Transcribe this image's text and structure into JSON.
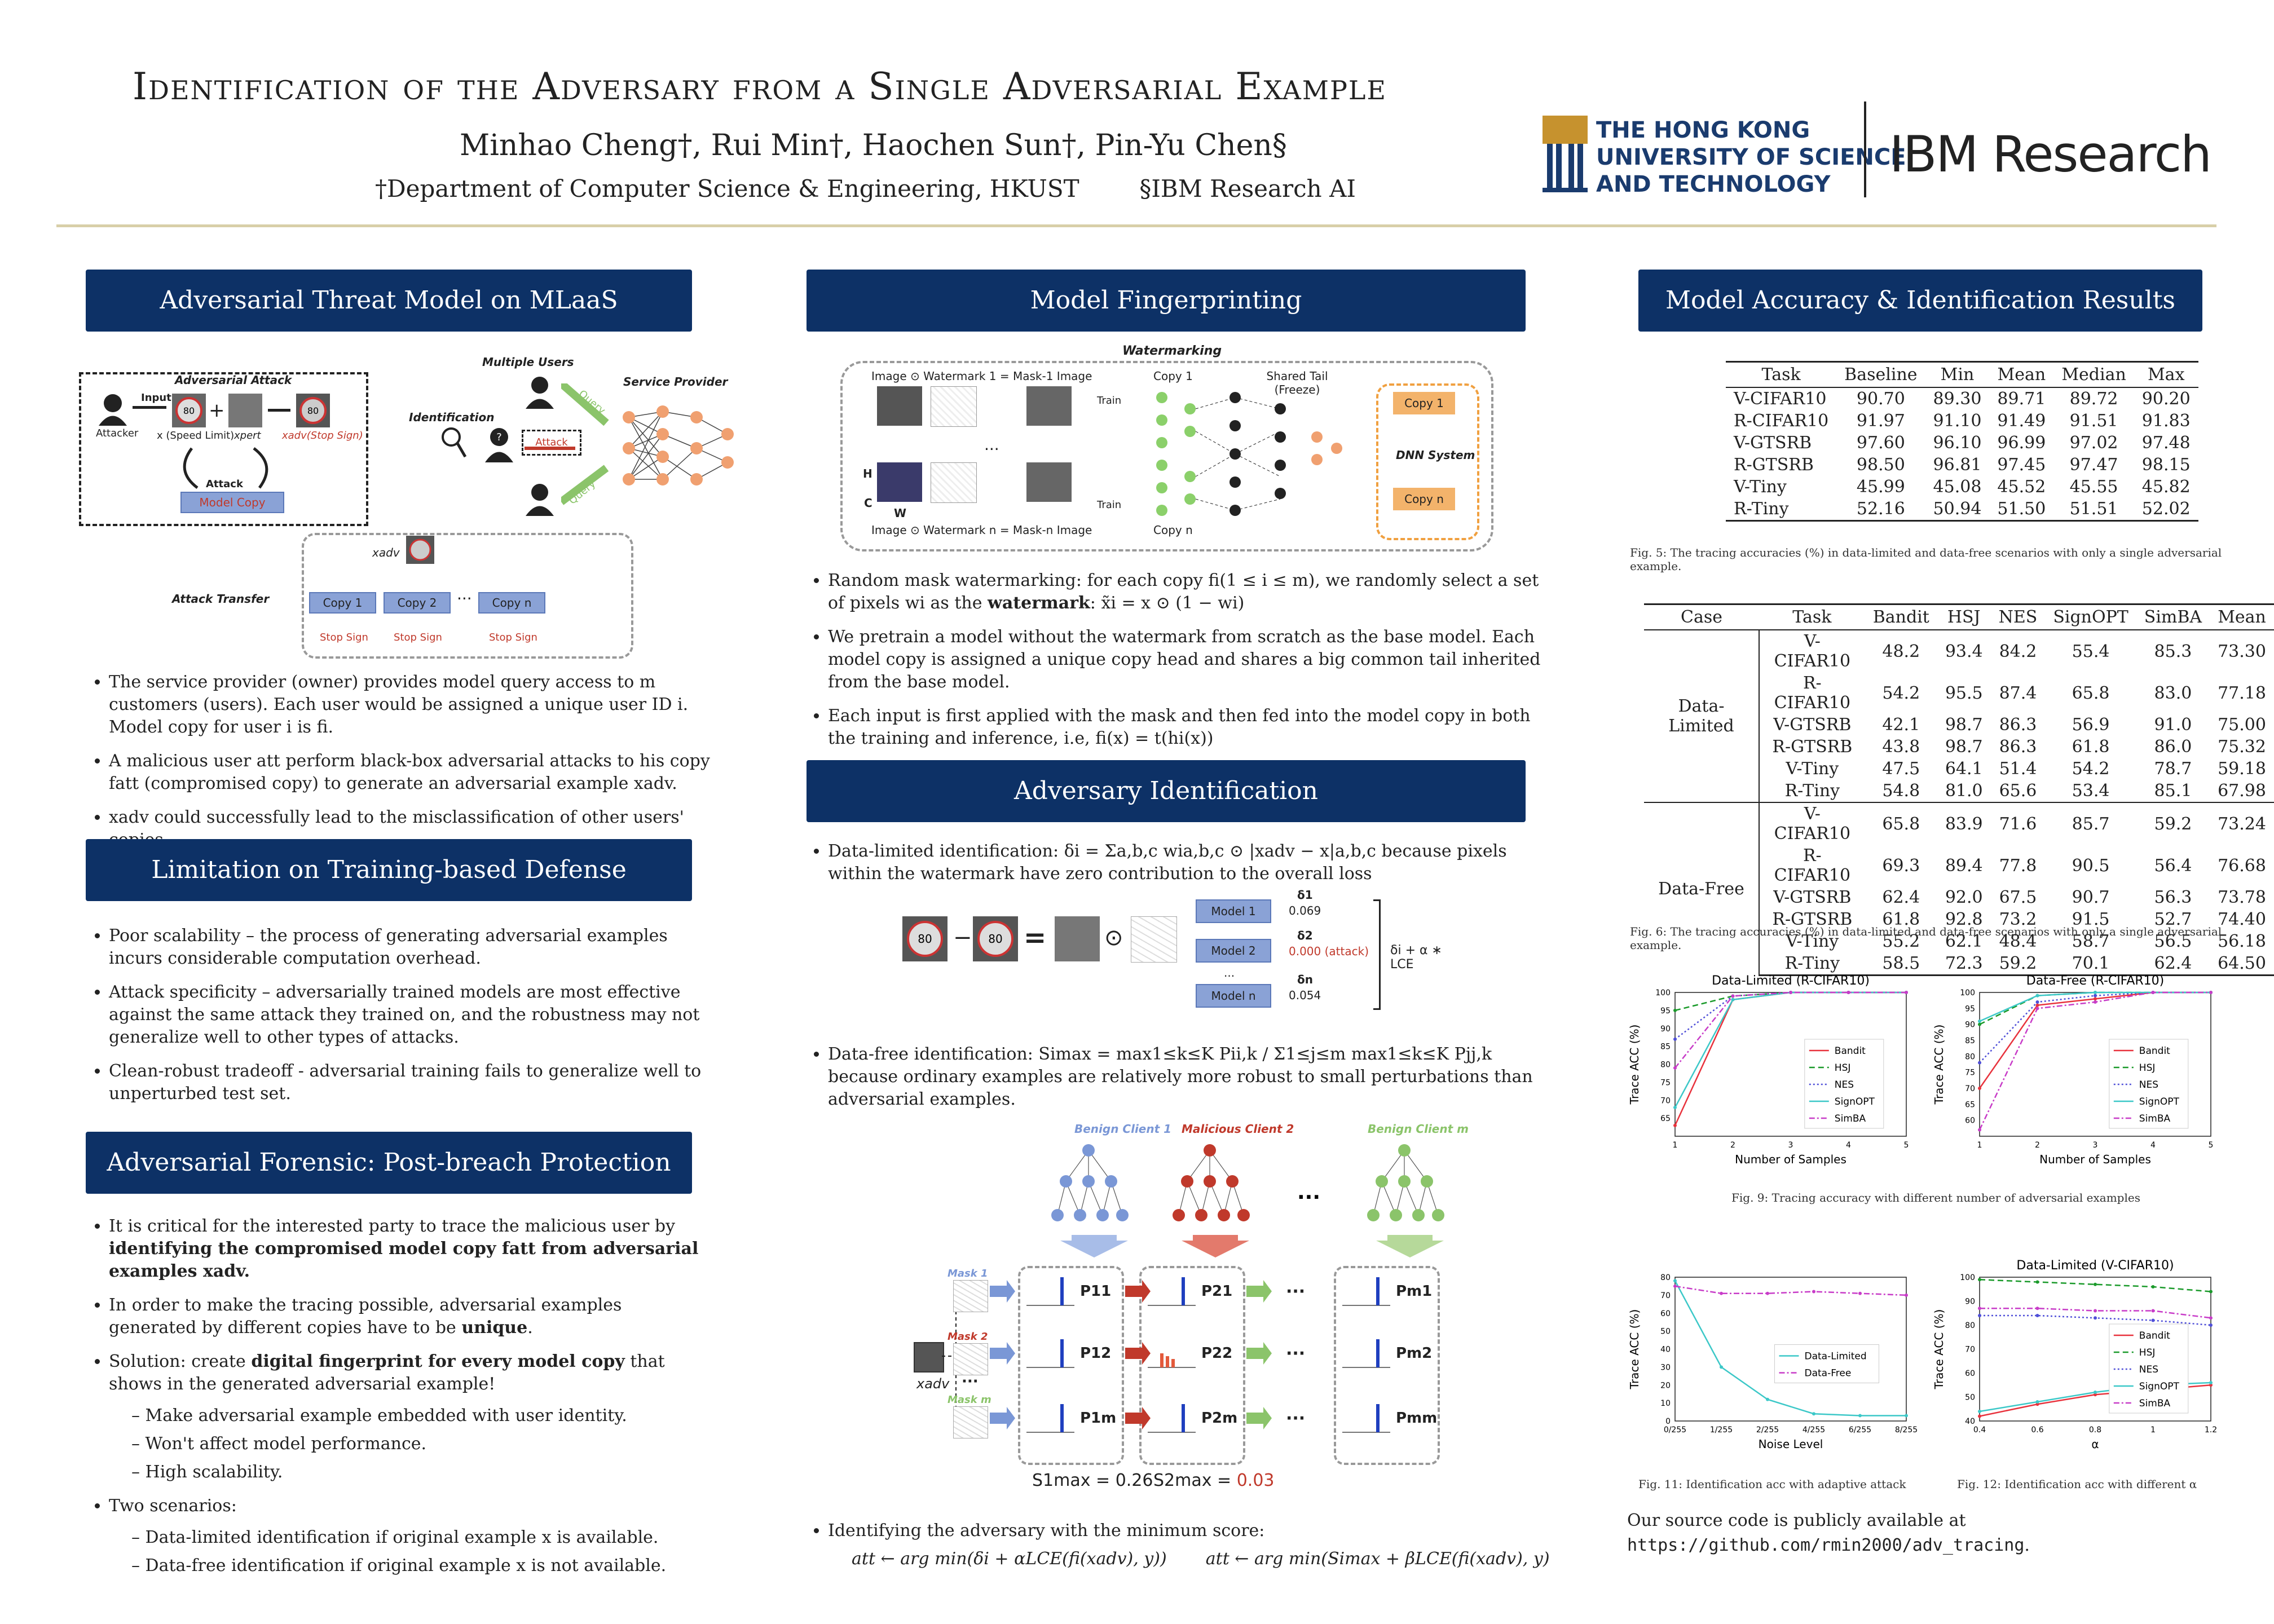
{
  "header": {
    "title": "Identification of the Adversary from a Single Adversarial Example",
    "authors": "Minhao Cheng†, Rui Min†, Haochen Sun†, Pin-Yu Chen§",
    "affiliation_1": "†Department of Computer Science & Engineering, HKUST",
    "affiliation_2": "§IBM Research AI",
    "hkust_logo": [
      "THE HONG KONG",
      "UNIVERSITY OF SCIENCE",
      "AND TECHNOLOGY"
    ],
    "ibm_logo": "IBM Research"
  },
  "col1": {
    "threat": {
      "title": "Adversarial Threat Model on MLaaS",
      "fig": {
        "adv_attack": "Adversarial Attack",
        "input": "Input",
        "attacker": "Attacker",
        "x_label": "x (Speed Limit)",
        "xpert": "xpert",
        "xadv": "xadv(Stop Sign)",
        "attack": "Attack",
        "model_copy": "Model Copy",
        "multiple_users": "Multiple Users",
        "service_provider": "Service Provider",
        "identification": "Identification",
        "query": "Query",
        "attack_transfer": "Attack Transfer",
        "xadv_short": "xadv",
        "copy1": "Copy 1",
        "copy2": "Copy 2",
        "copyn": "Copy n",
        "stop_sign": "Stop Sign",
        "dots": "···"
      },
      "bullets": [
        "The service provider (owner) provides model query access to m customers (users). Each user would be assigned a unique user ID i. Model copy for user i is fi.",
        "A malicious user att perform black-box adversarial attacks to his copy fatt (compromised copy) to generate an adversarial example xadv.",
        "xadv could successfully lead to the misclassification of other users' copies."
      ]
    },
    "limitation": {
      "title": "Limitation on Training-based Defense",
      "bullets": [
        "Poor scalability – the process of generating adversarial examples incurs considerable computation overhead.",
        "Attack specificity – adversarially trained models are most effective against the same attack they trained on, and the robustness may not generalize well to other types of attacks.",
        "Clean-robust tradeoff - adversarial training fails to generalize well to unperturbed test set."
      ]
    },
    "forensic": {
      "title": "Adversarial Forensic: Post-breach Protection",
      "b1_pre": "It is critical for the interested party to trace the malicious user by ",
      "b1_bold": "identifying the compromised model copy fatt from adversarial examples xadv.",
      "b2_pre": "In order to make the tracing possible, adversarial examples generated by different copies have to be ",
      "b2_bold": "unique",
      "b2_post": ".",
      "b3_pre": "Solution: create ",
      "b3_bold": "digital fingerprint for every model copy",
      "b3_post": " that shows in the generated adversarial example!",
      "sub1": [
        "Make adversarial example embedded with user identity.",
        "Won't affect model performance.",
        "High scalability."
      ],
      "b4": "Two scenarios:",
      "sub2": [
        "Data-limited identification if original example x is available.",
        "Data-free identification if original example x is not available."
      ]
    }
  },
  "col2": {
    "fingerprint": {
      "title": "Model Fingerprinting",
      "fig": {
        "watermarking": "Watermarking",
        "row1": "Image ⊙ Watermark 1 = Mask-1 Image",
        "rown": "Image ⊙ Watermark n = Mask-n Image",
        "copy1": "Copy 1",
        "copyn": "Copy n",
        "train": "Train",
        "shared_tail": "Shared Tail (Freeze)",
        "dnn": "DNN System",
        "h": "H",
        "c": "C",
        "w": "W",
        "dots": "···"
      },
      "b1_pre": "Random mask watermarking: for each copy fi(1 ≤ i ≤ m), we randomly select a set of pixels wi as the ",
      "b1_bold": "watermark",
      "b1_post": ": x̃i = x ⊙ (1 − wi)",
      "b2": "We pretrain a model without the watermark from scratch as the base model. Each model copy is assigned a unique copy head and shares a big common tail inherited from the base model.",
      "b3": "Each input is first applied with the mask and then fed into the model copy in both the training and inference, i.e, fi(x) = t(hi(x))"
    },
    "identification": {
      "title": "Adversary Identification",
      "b1": "Data-limited identification: δi = Σa,b,c wia,b,c ⊙ |xadv − x|a,b,c because pixels within the watermark have zero contribution to the overall loss",
      "fig1": {
        "model1": "Model 1",
        "model2": "Model 2",
        "modeln": "Model n",
        "d1": "δ1",
        "d2": "δ2",
        "dn": "δn",
        "v1": "0.069",
        "v2": "0.000 (attack)",
        "vn": "0.054",
        "loss": "δi + α ∗ LCE",
        "dots": "..."
      },
      "b2_pre": "Data-free identification: Simax = max1≤k≤K Pii,k / Σ1≤j≤m max1≤k≤K Pjj,k",
      "b2_post": " because ordinary examples are relatively more robust to small perturbations than adversarial examples.",
      "fig2": {
        "benign1": "Benign Client 1",
        "malicious2": "Malicious Client 2",
        "benignm": "Benign Client m",
        "mask1": "Mask 1",
        "mask2": "Mask 2",
        "maskm": "Mask m",
        "xadv": "xadv",
        "s1": "S1max = 0.26",
        "s2_pre": "S2max = ",
        "s2_val": "0.03",
        "dots": "···",
        "p_labels": [
          "P11",
          "P12",
          "P1m",
          "P21",
          "P22",
          "P2m",
          "Pm1",
          "Pm2",
          "Pmm"
        ]
      },
      "b3": "Identifying the adversary with the minimum score:",
      "eq1": "att ← arg min(δi + αLCE(fi(xadv), y))",
      "eq2": "att ← arg min(Simax + βLCE(fi(xadv), y)"
    }
  },
  "col3": {
    "title": "Model Accuracy & Identification Results",
    "table1": {
      "headers": [
        "Task",
        "Baseline",
        "Min",
        "Mean",
        "Median",
        "Max"
      ],
      "rows": [
        [
          "V-CIFAR10",
          "90.70",
          "89.30",
          "89.71",
          "89.72",
          "90.20"
        ],
        [
          "R-CIFAR10",
          "91.97",
          "91.10",
          "91.49",
          "91.51",
          "91.83"
        ],
        [
          "V-GTSRB",
          "97.60",
          "96.10",
          "96.99",
          "97.02",
          "97.48"
        ],
        [
          "R-GTSRB",
          "98.50",
          "96.81",
          "97.45",
          "97.47",
          "98.15"
        ],
        [
          "V-Tiny",
          "45.99",
          "45.08",
          "45.52",
          "45.55",
          "45.82"
        ],
        [
          "R-Tiny",
          "52.16",
          "50.94",
          "51.50",
          "51.51",
          "52.02"
        ]
      ],
      "caption": "Fig. 5: The tracing accuracies (%) in data-limited and data-free scenarios with only a single adversarial example."
    },
    "table2": {
      "headers": [
        "Case",
        "Task",
        "Bandit",
        "HSJ",
        "NES",
        "SignOPT",
        "SimBA",
        "Mean"
      ],
      "groups": [
        {
          "case": "Data-Limited",
          "rows": [
            [
              "V-CIFAR10",
              "48.2",
              "93.4",
              "84.2",
              "55.4",
              "85.3",
              "73.30"
            ],
            [
              "R-CIFAR10",
              "54.2",
              "95.5",
              "87.4",
              "65.8",
              "83.0",
              "77.18"
            ],
            [
              "V-GTSRB",
              "42.1",
              "98.7",
              "86.3",
              "56.9",
              "91.0",
              "75.00"
            ],
            [
              "R-GTSRB",
              "43.8",
              "98.7",
              "86.3",
              "61.8",
              "86.0",
              "75.32"
            ],
            [
              "V-Tiny",
              "47.5",
              "64.1",
              "51.4",
              "54.2",
              "78.7",
              "59.18"
            ],
            [
              "R-Tiny",
              "54.8",
              "81.0",
              "65.6",
              "53.4",
              "85.1",
              "67.98"
            ]
          ]
        },
        {
          "case": "Data-Free",
          "rows": [
            [
              "V-CIFAR10",
              "65.8",
              "83.9",
              "71.6",
              "85.7",
              "59.2",
              "73.24"
            ],
            [
              "R-CIFAR10",
              "69.3",
              "89.4",
              "77.8",
              "90.5",
              "56.4",
              "76.68"
            ],
            [
              "V-GTSRB",
              "62.4",
              "92.0",
              "67.5",
              "90.7",
              "56.3",
              "73.78"
            ],
            [
              "R-GTSRB",
              "61.8",
              "92.8",
              "73.2",
              "91.5",
              "52.7",
              "74.40"
            ],
            [
              "V-Tiny",
              "55.2",
              "62.1",
              "48.4",
              "58.7",
              "56.5",
              "56.18"
            ],
            [
              "R-Tiny",
              "58.5",
              "72.3",
              "59.2",
              "70.1",
              "62.4",
              "64.50"
            ]
          ]
        }
      ],
      "caption": "Fig. 6: The tracing accuracies (%) in data-limited and data-free scenarios with only a single adversarial example."
    },
    "fig9_caption": "Fig. 9: Tracing accuracy with different number of adversarial examples",
    "fig11_caption": "Fig. 11: Identification acc with adaptive attack",
    "fig12_caption": "Fig. 12: Identification acc with different α",
    "source_pre": "Our source code is publicly available at ",
    "source_url": "https://github.com/rmin2000/adv_tracing",
    "source_post": "."
  },
  "chart_data": [
    {
      "type": "line",
      "title": "Data-Limited (R-CIFAR10)",
      "xlabel": "Number of Samples",
      "ylabel": "Trace ACC (%)",
      "x": [
        1,
        2,
        3,
        4,
        5
      ],
      "xlim": [
        1,
        5
      ],
      "ylim": [
        60,
        100
      ],
      "yticks": [
        65,
        70,
        75,
        80,
        85,
        90,
        95,
        100
      ],
      "series": [
        {
          "name": "Bandit",
          "color": "#e8323c",
          "dash": "solid",
          "values": [
            63,
            98,
            100,
            100,
            100
          ]
        },
        {
          "name": "HSJ",
          "color": "#1a9a2a",
          "dash": "dashed",
          "values": [
            95,
            99,
            100,
            100,
            100
          ]
        },
        {
          "name": "NES",
          "color": "#4f4fd8",
          "dash": "dotted",
          "values": [
            87,
            99,
            100,
            100,
            100
          ]
        },
        {
          "name": "SignOPT",
          "color": "#3cc8c8",
          "dash": "solid",
          "values": [
            68,
            98,
            100,
            100,
            100
          ]
        },
        {
          "name": "SimBA",
          "color": "#c83cc8",
          "dash": "dashdot",
          "values": [
            79,
            99,
            100,
            100,
            100
          ]
        }
      ]
    },
    {
      "type": "line",
      "title": "Data-Free (R-CIFAR10)",
      "xlabel": "Number of Samples",
      "ylabel": "Trace ACC (%)",
      "x": [
        1,
        2,
        3,
        4,
        5
      ],
      "xlim": [
        1,
        5
      ],
      "ylim": [
        55,
        100
      ],
      "yticks": [
        60,
        65,
        70,
        75,
        80,
        85,
        90,
        95,
        100
      ],
      "series": [
        {
          "name": "Bandit",
          "color": "#e8323c",
          "dash": "solid",
          "values": [
            70,
            96,
            98,
            100,
            100
          ]
        },
        {
          "name": "HSJ",
          "color": "#1a9a2a",
          "dash": "dashed",
          "values": [
            90,
            99,
            100,
            100,
            100
          ]
        },
        {
          "name": "NES",
          "color": "#4f4fd8",
          "dash": "dotted",
          "values": [
            78,
            97,
            99,
            100,
            100
          ]
        },
        {
          "name": "SignOPT",
          "color": "#3cc8c8",
          "dash": "solid",
          "values": [
            91,
            99,
            100,
            100,
            100
          ]
        },
        {
          "name": "SimBA",
          "color": "#c83cc8",
          "dash": "dashdot",
          "values": [
            57,
            95,
            97,
            100,
            100
          ]
        }
      ]
    },
    {
      "type": "line",
      "title": "",
      "xlabel": "Noise Level",
      "ylabel": "Trace ACC (%)",
      "categories": [
        "0/255",
        "1/255",
        "2/255",
        "4/255",
        "6/255",
        "8/255"
      ],
      "x": [
        0,
        1,
        2,
        3,
        4,
        5
      ],
      "xlim": [
        0,
        5
      ],
      "ylim": [
        0,
        80
      ],
      "yticks": [
        0,
        10,
        20,
        30,
        40,
        50,
        60,
        70,
        80
      ],
      "series": [
        {
          "name": "Data-Limited",
          "color": "#3cc8c8",
          "dash": "solid",
          "values": [
            78,
            30,
            12,
            4,
            3,
            3
          ]
        },
        {
          "name": "Data-Free",
          "color": "#c83cc8",
          "dash": "dashdot",
          "values": [
            75,
            71,
            71,
            72,
            71,
            70
          ]
        }
      ]
    },
    {
      "type": "line",
      "title": "Data-Limited (V-CIFAR10)",
      "xlabel": "α",
      "ylabel": "Trace ACC (%)",
      "x": [
        0.4,
        0.6,
        0.8,
        1.0,
        1.2
      ],
      "xlim": [
        0.4,
        1.2
      ],
      "ylim": [
        40,
        100
      ],
      "yticks": [
        40,
        50,
        60,
        70,
        80,
        90,
        100
      ],
      "series": [
        {
          "name": "Bandit",
          "color": "#e8323c",
          "dash": "solid",
          "values": [
            42,
            47,
            51,
            53,
            55
          ]
        },
        {
          "name": "HSJ",
          "color": "#1a9a2a",
          "dash": "dashed",
          "values": [
            99,
            98,
            97,
            96,
            94
          ]
        },
        {
          "name": "NES",
          "color": "#4f4fd8",
          "dash": "dotted",
          "values": [
            84,
            84,
            83,
            82,
            80
          ]
        },
        {
          "name": "SignOPT",
          "color": "#3cc8c8",
          "dash": "solid",
          "values": [
            44,
            48,
            52,
            55,
            56
          ]
        },
        {
          "name": "SimBA",
          "color": "#c83cc8",
          "dash": "dashdot",
          "values": [
            87,
            87,
            86,
            86,
            83
          ]
        }
      ]
    }
  ]
}
